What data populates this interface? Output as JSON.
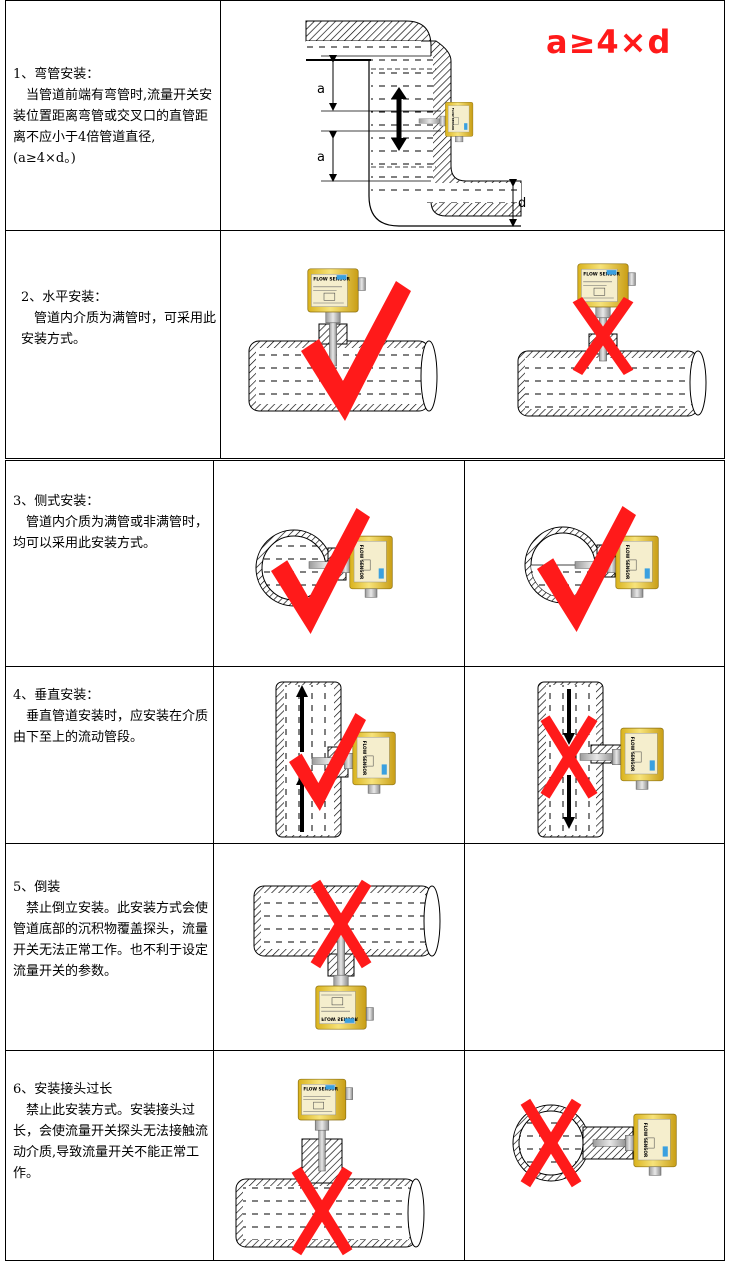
{
  "colors": {
    "accent_red": "#ff1a1a",
    "sensor_yellow": "#f2d23b",
    "pipe_gray": "#d9d9d9"
  },
  "icons": {
    "correct": "check-mark-icon",
    "wrong": "cross-mark-icon"
  },
  "sections": [
    {
      "title": "1、弯管安装：",
      "body": "当管道前端有弯管时,流量开关安装位置距离弯管或交叉口的直管距离不应小于4倍管道直径,(a≥4×d。)"
    },
    {
      "title": "2、水平安装：",
      "body": "管道内介质为满管时，可采用此安装方式。"
    },
    {
      "title": "3、侧式安装：",
      "body": "管道内介质为满管或非满管时，均可以采用此安装方式。"
    },
    {
      "title": "4、垂直安装：",
      "body": "垂直管道安装时，应安装在介质由下至上的流动管段。"
    },
    {
      "title": "5、倒装",
      "body": "禁止倒立安装。此安装方式会使管道底部的沉积物覆盖探头，流量开关无法正常工作。也不利于设定流量开关的参数。"
    },
    {
      "title": "6、安装接头过长",
      "body": "禁止此安装方式。安装接头过长，会使流量开关探头无法接触流动介质,导致流量开关不能正常工作。"
    }
  ],
  "diagram1": {
    "formula": "a≥4×d",
    "label_a": "a",
    "label_d": "d"
  },
  "sensor": {
    "label": "FLOW SENSOR"
  }
}
